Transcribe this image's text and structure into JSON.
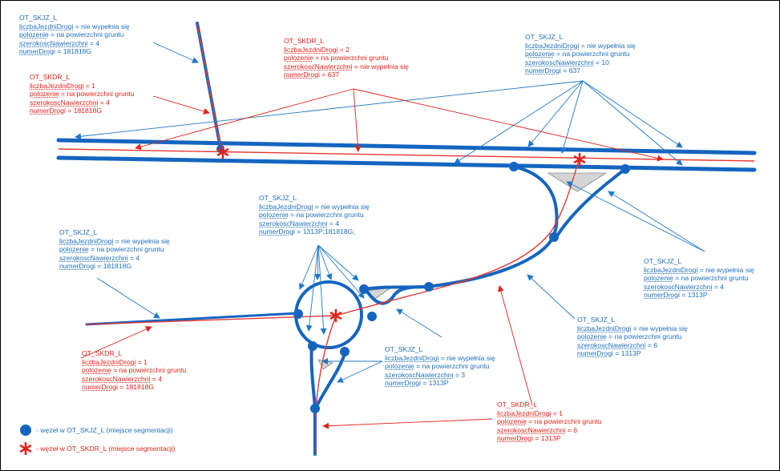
{
  "colors": {
    "road_blue": "#1565c0",
    "centerline_red": "#e53935",
    "arrow_blue": "#1f78c8",
    "arrow_red": "#e2231a",
    "island_fill": "#d9d9d9"
  },
  "labels": [
    {
      "id": "skjz-top-left",
      "color": "blue",
      "title": "OT_SKJZ_L",
      "lines": [
        [
          "liczbaJezdniDrogi",
          " = nie wypełnia się"
        ],
        [
          "polozenie",
          " = na powierzchni gruntu"
        ],
        [
          "szerokoscNawierzchni",
          " = 4"
        ],
        [
          "numerDrogi",
          " = 181818G"
        ]
      ]
    },
    {
      "id": "skdr-left",
      "color": "red",
      "title": "OT_SKDR_L",
      "lines": [
        [
          "liczbaJezdniDrogi",
          " = 1"
        ],
        [
          "polozenie",
          " = na powierzchni gruntu"
        ],
        [
          "szerokoscNawierzchni",
          " = 4"
        ],
        [
          "numerDrogi",
          " = 181818G"
        ]
      ]
    },
    {
      "id": "skdr-top-center",
      "color": "red",
      "title": "OT_SKDR_L",
      "lines": [
        [
          "liczbaJezdniDrogi",
          " = 2"
        ],
        [
          "polozenie",
          " = na powierzchni gruntu"
        ],
        [
          "szerokoscNawierzchni",
          " = nie wypełnia się"
        ],
        [
          "numerDrogi",
          " = 637"
        ]
      ]
    },
    {
      "id": "skjz-top-right",
      "color": "blue",
      "title": "OT_SKJZ_L",
      "lines": [
        [
          "liczbaJezdniDrogi",
          " = nie wypełnia się"
        ],
        [
          "polozenie",
          " = na powierzchni gruntu"
        ],
        [
          "szerokoscNawierzchni",
          " = 10"
        ],
        [
          "numerDrogi",
          " = 637"
        ]
      ]
    },
    {
      "id": "skjz-center",
      "color": "blue",
      "title": "OT_SKJZ_L",
      "lines": [
        [
          "liczbaJezdniDrogi",
          " = nie wypełnia się"
        ],
        [
          "polozenie",
          " = na powierzchni gruntu"
        ],
        [
          "szerokoscNawierzchni",
          " = 4"
        ],
        [
          "numerDrogi",
          " = 1313P;181818G;"
        ]
      ]
    },
    {
      "id": "skjz-mid-left",
      "color": "blue",
      "title": "OT_SKJZ_L",
      "lines": [
        [
          "liczbaJezdniDrogi",
          " = nie wypełnia się"
        ],
        [
          "polozenie",
          " = na powierzchni gruntu"
        ],
        [
          "szerokoscNawierzchni",
          " = 4"
        ],
        [
          "numerDrogi",
          " = 181818G"
        ]
      ]
    },
    {
      "id": "skjz-right",
      "color": "blue",
      "title": "OT_SKJZ_L",
      "lines": [
        [
          "liczbaJezdniDrogi",
          " = nie wypełnia się"
        ],
        [
          "polozenie",
          " = na powierzchni gruntu"
        ],
        [
          "szerokoscNawierzchni",
          " = 4"
        ],
        [
          "numerDrogi",
          " = 1313P"
        ]
      ]
    },
    {
      "id": "skjz-lower-right",
      "color": "blue",
      "title": "OT_SKJZ_L",
      "lines": [
        [
          "liczbaJezdniDrogi",
          " = nie wypełnia się"
        ],
        [
          "polozenie",
          " = na powierzchni gruntu"
        ],
        [
          "szerokoscNawierzchni",
          " = 6"
        ],
        [
          "numerDrogi",
          " = 1313P"
        ]
      ]
    },
    {
      "id": "skdr-lower-left",
      "color": "red",
      "title": "OT_SKDR_L",
      "lines": [
        [
          "liczbaJezdniDrogi",
          " = 1"
        ],
        [
          "polozenie",
          " = na powierzchni gruntu"
        ],
        [
          "szerokoscNawierzchni",
          " = 4"
        ],
        [
          "numerDrogi",
          " = 181818G"
        ]
      ]
    },
    {
      "id": "skjz-bottom-center",
      "color": "blue",
      "title": "OT_SKJZ_L",
      "lines": [
        [
          "liczbaJezdniDrogi",
          " = nie wypełnia się"
        ],
        [
          "polozenie",
          " = na powierzchni gruntu"
        ],
        [
          "szerokoscNawierzchni",
          " = 3"
        ],
        [
          "numerDrogi",
          " = 1313P"
        ]
      ]
    },
    {
      "id": "skdr-bottom",
      "color": "red",
      "title": "OT_SKDR_L",
      "lines": [
        [
          "liczbaJezdniDrogi",
          " = 1"
        ],
        [
          "polozenie",
          " = na powierzchni gruntu"
        ],
        [
          "szerokoscNawierzchni",
          " = 6"
        ],
        [
          "numerDrogi",
          " = 1313P"
        ]
      ]
    }
  ],
  "legend": {
    "blue_node": "- węzeł w OT_SKJZ_L (miejsce segmentacji)",
    "red_node": "- węzeł w OT_SKDR_L (miejsce segmentacji)"
  }
}
